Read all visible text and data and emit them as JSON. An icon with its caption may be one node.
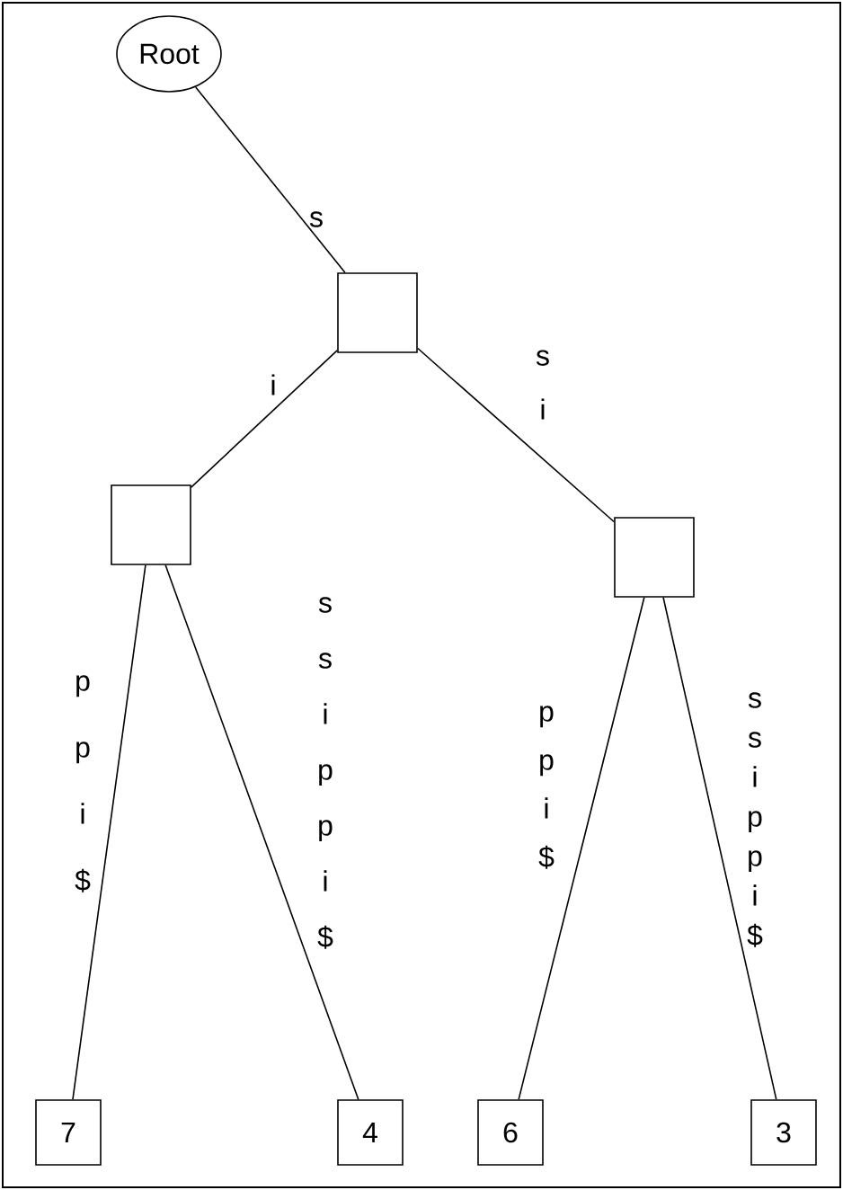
{
  "diagram": {
    "nodes": [
      {
        "text": [
          "Root"
        ]
      },
      {
        "text": [],
        "shape": "box"
      },
      {
        "text": [],
        "shape": "box"
      },
      {
        "text": [],
        "shape": "box"
      },
      {
        "text": [
          "7"
        ]
      },
      {
        "text": [
          "4"
        ]
      },
      {
        "text": [
          "6"
        ]
      },
      {
        "text": [
          "3"
        ]
      }
    ],
    "edges": [
      {
        "from": 0,
        "to": 1,
        "arrow": "none",
        "label": "s"
      },
      {
        "from": 1,
        "to": 2,
        "arrow": "none",
        "label": "i"
      },
      {
        "from": 1,
        "to": 3,
        "arrow": "none",
        "label": "s i"
      },
      {
        "from": 2,
        "to": 4,
        "arrow": "none",
        "label": "p p i $"
      },
      {
        "from": 2,
        "to": 5,
        "arrow": "none",
        "label": "s s i p p i $"
      },
      {
        "from": 3,
        "to": 6,
        "arrow": "none",
        "label": "p p i $"
      },
      {
        "from": 3,
        "to": 7,
        "arrow": "none",
        "label": "s s i p p i $"
      }
    ]
  }
}
